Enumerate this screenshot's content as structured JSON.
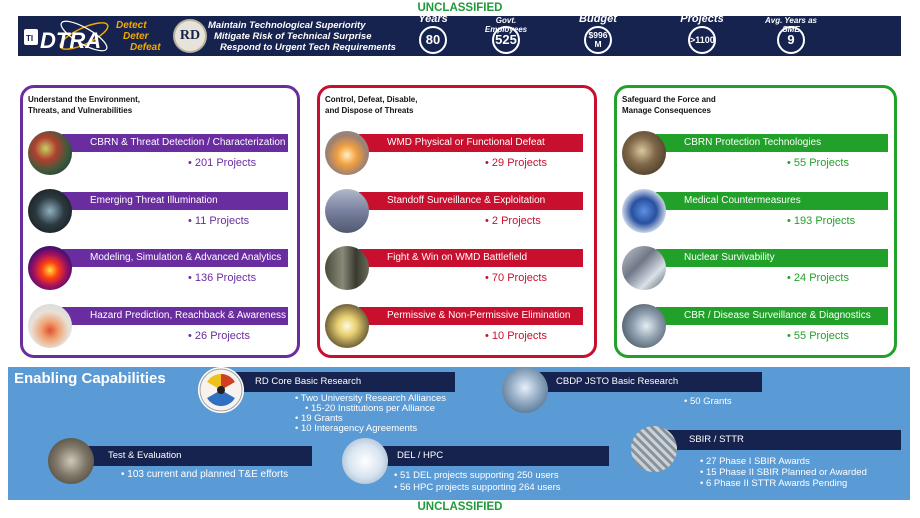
{
  "classification": "UNCLASSIFIED",
  "banner": {
    "logo_text": "DTRA",
    "mottos": [
      "Detect",
      "Deter",
      "Defeat"
    ],
    "seal_text": "RD",
    "missions": [
      "Maintain Technological Superiority",
      "Mitigate Risk of Technical Surprise",
      "Respond to Urgent Tech Requirements"
    ],
    "stats": [
      {
        "label": "Years",
        "value": "80"
      },
      {
        "label": "Govt. Employees",
        "value": "525"
      },
      {
        "label": "Budget",
        "value": "$996 M"
      },
      {
        "label": "Projects",
        "value": ">1100"
      },
      {
        "label": "Avg. Years as SME",
        "value": "9"
      }
    ]
  },
  "panels": [
    {
      "title": "Understand the Environment,\nThreats, and Vulnerabilities",
      "color": "#6a2da0",
      "items": [
        {
          "label": "CBRN  & Threat Detection / Characterization",
          "count": "201 Projects",
          "icon": "detection-image-icon"
        },
        {
          "label": "Emerging Threat Illumination",
          "count": "11 Projects",
          "icon": "threat-illumination-image-icon"
        },
        {
          "label": "Modeling, Simulation & Advanced Analytics",
          "count": "136 Projects",
          "icon": "heatmap-image-icon"
        },
        {
          "label": "Hazard Prediction, Reachback & Awareness",
          "count": "26 Projects",
          "icon": "hazard-map-image-icon"
        }
      ]
    },
    {
      "title": "Control, Defeat, Disable,\nand Dispose of Threats",
      "color": "#c8102e",
      "items": [
        {
          "label": "WMD Physical or Functional Defeat",
          "count": "29 Projects",
          "icon": "explosion-image-icon"
        },
        {
          "label": "Standoff Surveillance & Exploitation",
          "count": "2 Projects",
          "icon": "surveillance-image-icon"
        },
        {
          "label": "Fight & Win on WMD Battlefield",
          "count": "70 Projects",
          "icon": "soldiers-image-icon"
        },
        {
          "label": "Permissive & Non-Permissive Elimination",
          "count": "10 Projects",
          "icon": "elimination-image-icon"
        }
      ]
    },
    {
      "title": "Safeguard the Force and\nManage Consequences",
      "color": "#22a12a",
      "items": [
        {
          "label": "CBRN Protection Technologies",
          "count": "55 Projects",
          "icon": "protective-gear-image-icon"
        },
        {
          "label": "Medical Countermeasures",
          "count": "193 Projects",
          "icon": "lab-gloves-image-icon"
        },
        {
          "label": "Nuclear Survivability",
          "count": "24 Projects",
          "icon": "hardware-image-icon"
        },
        {
          "label": "CBR / Disease Surveillance & Diagnostics",
          "count": "55 Projects",
          "icon": "diagnostics-image-icon"
        }
      ]
    }
  ],
  "enabling": {
    "title": "Enabling Capabilities",
    "blocks": [
      {
        "label": "RD Core Basic Research",
        "icon": "radiation-symbol-icon",
        "items": [
          {
            "text": "Two University Research Alliances",
            "sub": false
          },
          {
            "text": "15-20 Institutions per Alliance",
            "sub": true
          },
          {
            "text": "19 Grants",
            "sub": false
          },
          {
            "text": "10 Interagency Agreements",
            "sub": false
          }
        ]
      },
      {
        "label": "CBDP JSTO Basic Research",
        "icon": "lab-researcher-image-icon",
        "items": [
          {
            "text": "50 Grants",
            "sub": false
          }
        ]
      },
      {
        "label": "Test & Evaluation",
        "icon": "test-lab-image-icon",
        "items": [
          {
            "text": "103 current and planned T&E efforts",
            "sub": false
          }
        ]
      },
      {
        "label": "DEL / HPC",
        "icon": "hpc-network-image-icon",
        "items": [
          {
            "text": "51 DEL projects supporting 250 users",
            "sub": false
          },
          {
            "text": "56  HPC projects supporting 264 users",
            "sub": false
          }
        ]
      },
      {
        "label": "SBIR / STTR",
        "icon": "microchip-image-icon",
        "items": [
          {
            "text": "27 Phase I SBIR  Awards",
            "sub": false
          },
          {
            "text": "15 Phase II SBIR Planned or Awarded",
            "sub": false
          },
          {
            "text": "6 Phase II STTR Awards Pending",
            "sub": false
          }
        ]
      }
    ]
  }
}
